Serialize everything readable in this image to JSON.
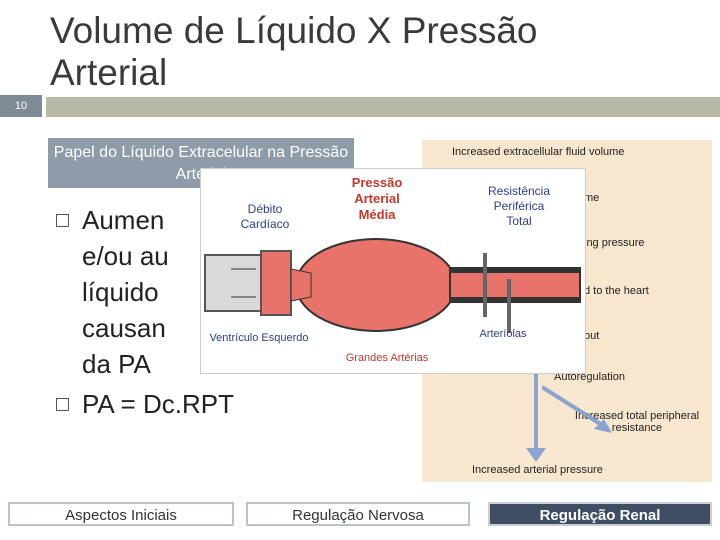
{
  "slide": {
    "number": "10",
    "title": "Volume de Líquido X Pressão Arterial",
    "section_label": "Papel do Líquido Extracelular na Pressão Arterial"
  },
  "bullets": [
    "Aumento do volume de sangue e/ou aumento do volume de líquido extracelular, causando aumento da PA",
    "PA = Dc.RPT"
  ],
  "bullets_visible": [
    "Aumen",
    "e/ou au",
    "líquido",
    "causan",
    "da PA",
    "PA = Dc.RPT"
  ],
  "flow_diagram": {
    "steps": [
      "Increased extracellular fluid volume",
      "me",
      "ing pressure",
      "d to the heart",
      "out",
      "Autoregulation",
      "Increased total peripheral resistance",
      "Increased arterial pressure"
    ]
  },
  "heart_diagram": {
    "pressao": "Pressão Arterial Média",
    "debito": "Débito Cardíaco",
    "resistencia": "Resistência Periférica Total",
    "ventriculo": "Ventrículo Esquerdo",
    "arteriolas": "Arteríolas",
    "grandes_arterias": "Grandes Artérias"
  },
  "nav": {
    "items": [
      "Aspectos Iniciais",
      "Regulação Nervosa",
      "Regulação Renal"
    ],
    "active": "Regulação Renal"
  },
  "colors": {
    "title_bar": "#b8b9a6",
    "section_box": "#8e9ba8",
    "flow_bg": "#f7e7cf",
    "heart_red": "#e7736b",
    "nav_active": "#3f4e63"
  }
}
